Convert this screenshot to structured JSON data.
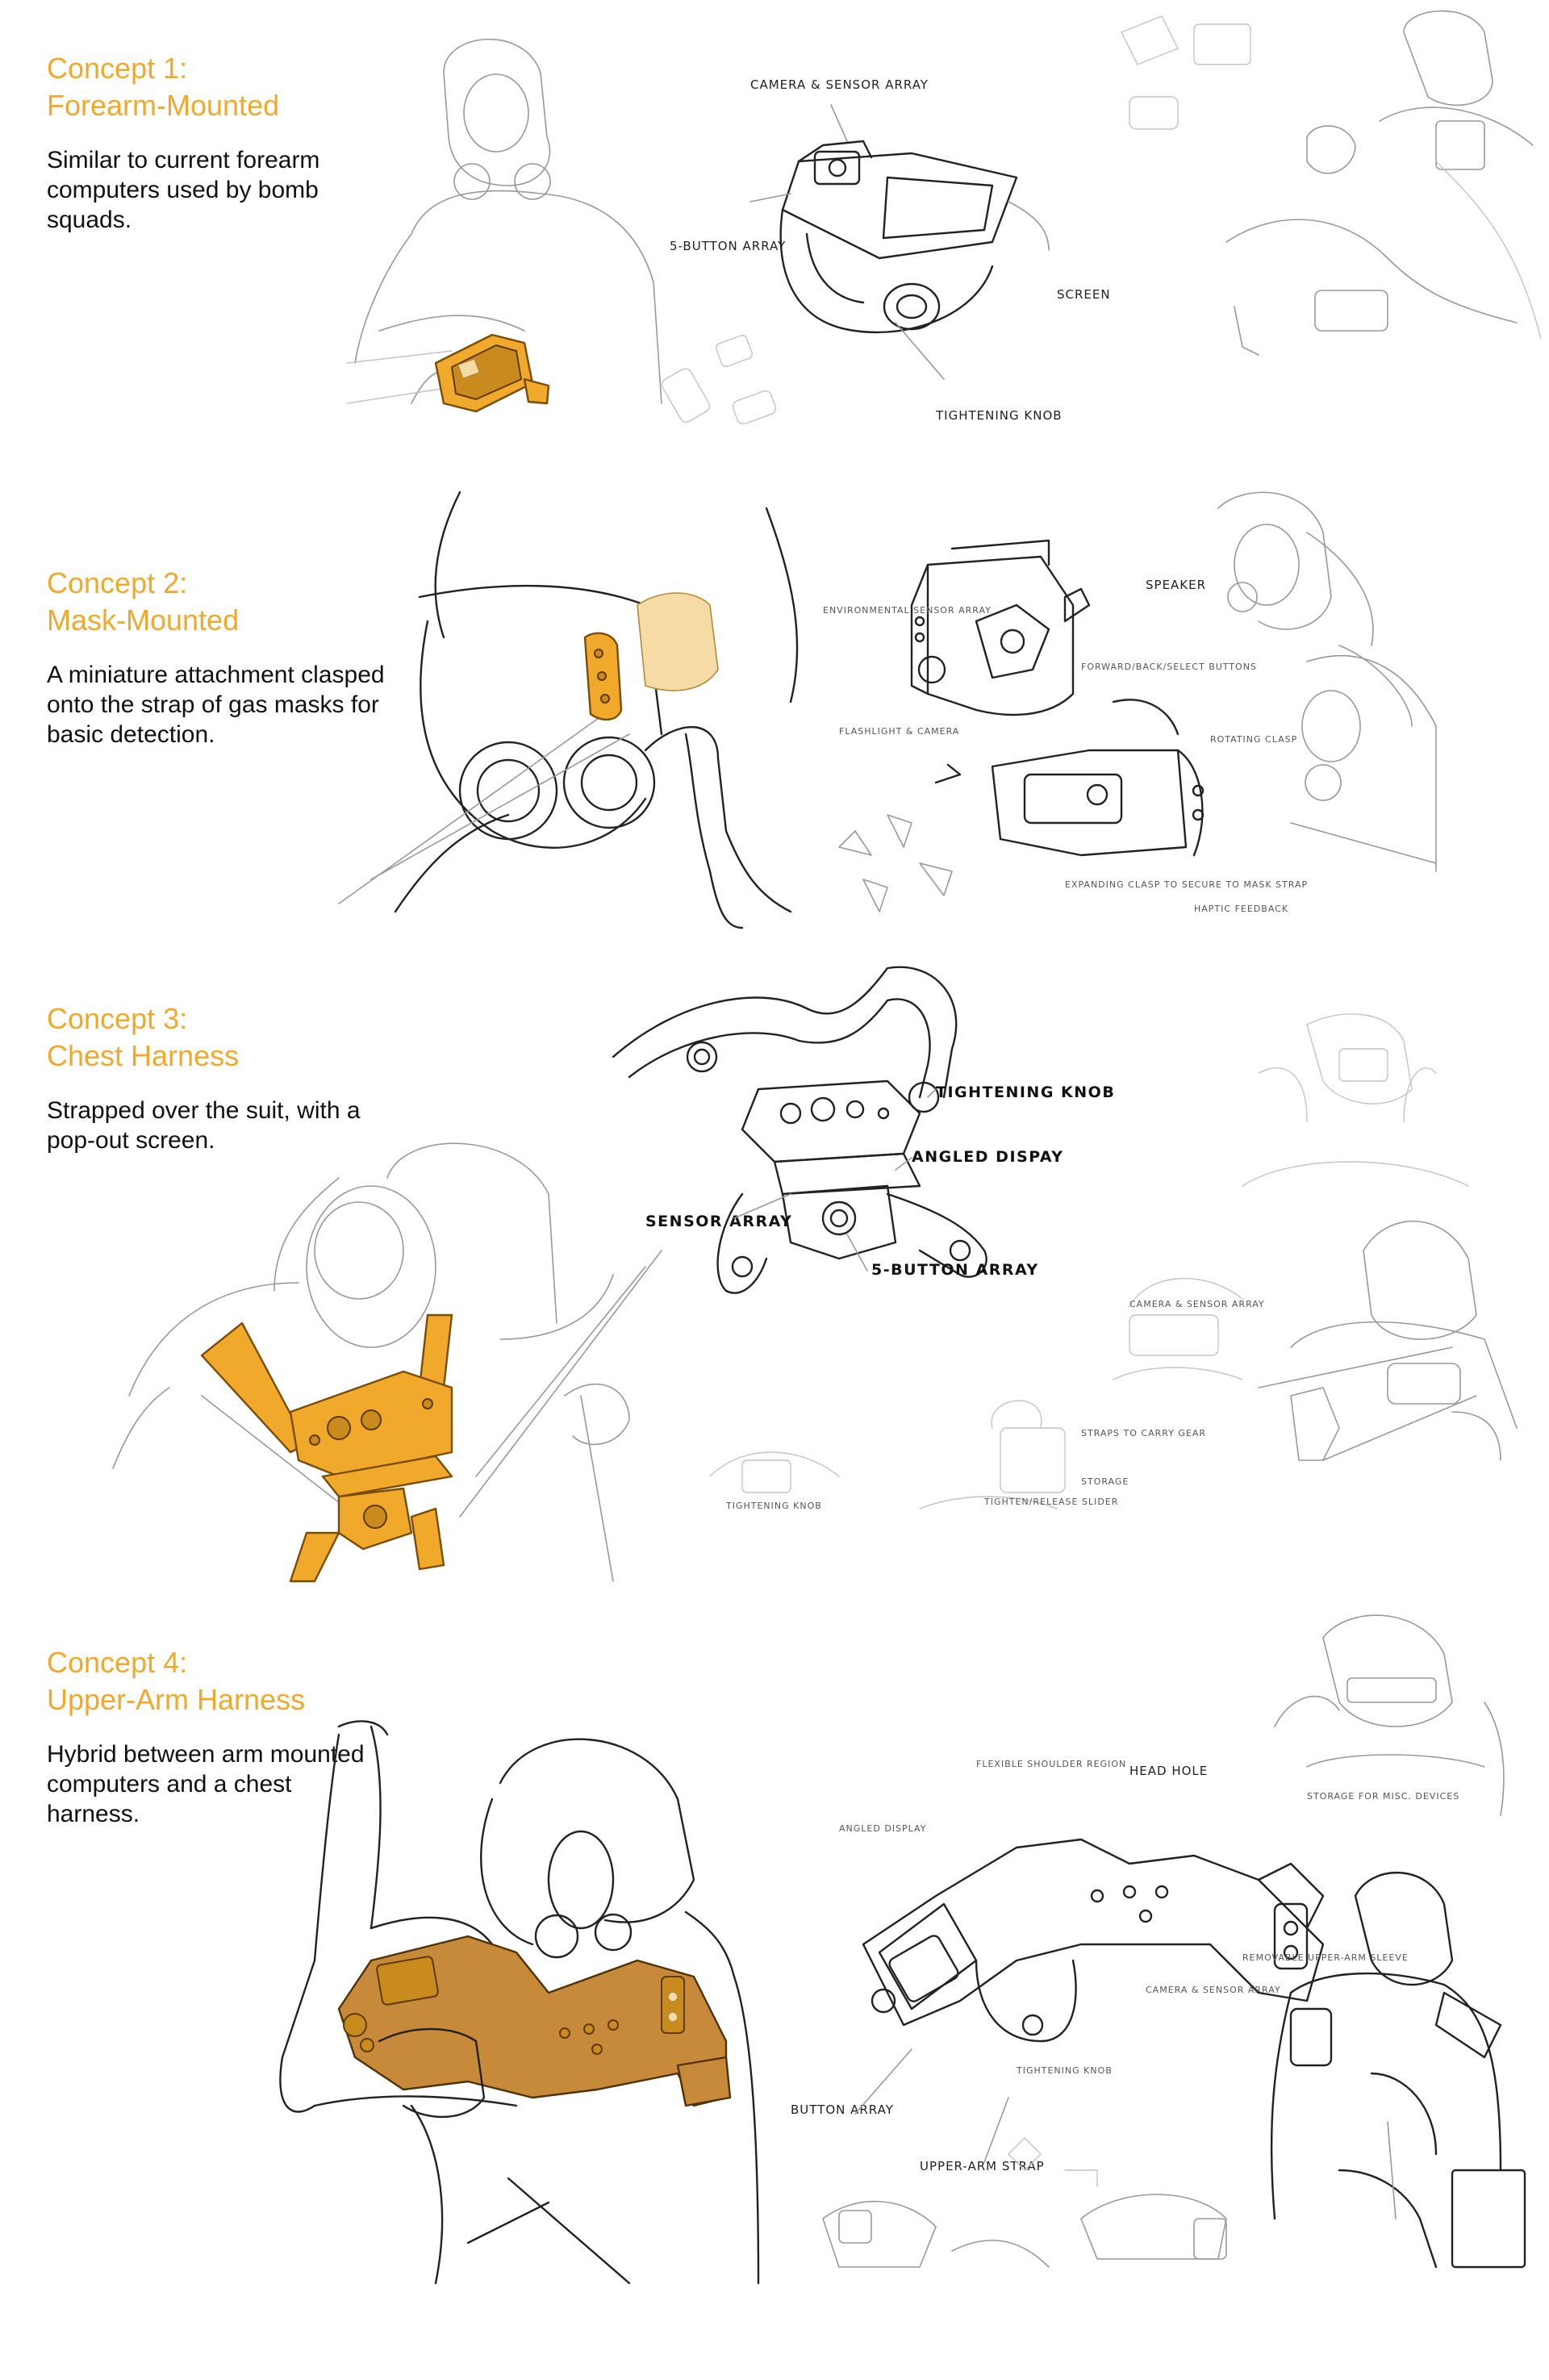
{
  "concepts": [
    {
      "title_line1": "Concept 1:",
      "title_line2": "Forearm-Mounted",
      "description": "Similar to current forearm computers used by bomb squads.",
      "callouts": {
        "camera": "Camera & Sensor Array",
        "buttons": "5-Button Array",
        "screen": "Screen",
        "knob": "Tightening Knob"
      }
    },
    {
      "title_line1": "Concept 2:",
      "title_line2": "Mask-Mounted",
      "description": "A miniature attachment clasped onto the strap of gas masks for basic detection.",
      "callouts": {
        "env_sensor": "Environmental Sensor Array",
        "speaker": "Speaker",
        "fwd_buttons": "Forward/Back/Select Buttons",
        "flashlight": "Flashlight & Camera",
        "rotating": "Rotating Clasp",
        "expanding": "Expanding Clasp to Secure to Mask Strap",
        "haptic": "Haptic Feedback"
      }
    },
    {
      "title_line1": "Concept 3:",
      "title_line2": "Chest Harness",
      "description": "Strapped over the suit, with a pop-out screen.",
      "callouts": {
        "knob": "Tightening Knob",
        "display": "Angled Dispay",
        "sensor": "Sensor Array",
        "buttons": "5-Button Array",
        "straps": "Straps to Carry Gear",
        "storage": "Storage",
        "slider": "Tighten/Release Slider",
        "small_knob": "Tightening Knob"
      }
    },
    {
      "title_line1": "Concept 4:",
      "title_line2": "Upper-Arm Harness",
      "description": "Hybrid between arm mounted computers and a chest harness.",
      "callouts": {
        "shoulder": "Flexible Shoulder Region",
        "head": "Head Hole",
        "storage": "Storage for Misc. Devices",
        "display": "Angled Display",
        "camera": "Camera & Sensor Array",
        "knob": "Tightening Knob",
        "buttons": "Button Array",
        "strap": "Upper-Arm Strap",
        "sleeve": "Removable Upper-Arm Sleeve"
      }
    }
  ],
  "colors": {
    "accent": "#f0a92b",
    "accent_dark": "#c78a3a",
    "ink": "#222222"
  }
}
